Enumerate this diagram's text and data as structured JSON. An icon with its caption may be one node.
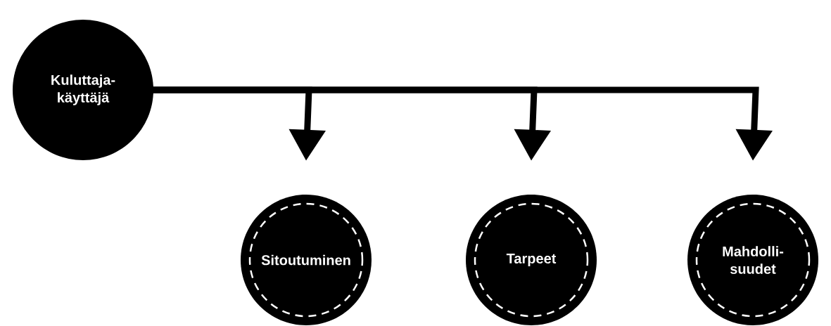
{
  "diagram": {
    "nodes": [
      {
        "text": [
          "Kuluttaja- käyttäjä"
        ]
      },
      {
        "text": [
          "Sitoutuminen"
        ]
      },
      {
        "text": [
          "Tarpeet"
        ]
      },
      {
        "text": [
          "Mahdolli- suudet"
        ]
      }
    ],
    "edges": [
      {
        "from": 0,
        "to": 1,
        "arrow": "to"
      },
      {
        "from": 0,
        "to": 2,
        "arrow": "to"
      },
      {
        "from": 0,
        "to": 3,
        "arrow": "to"
      }
    ]
  }
}
